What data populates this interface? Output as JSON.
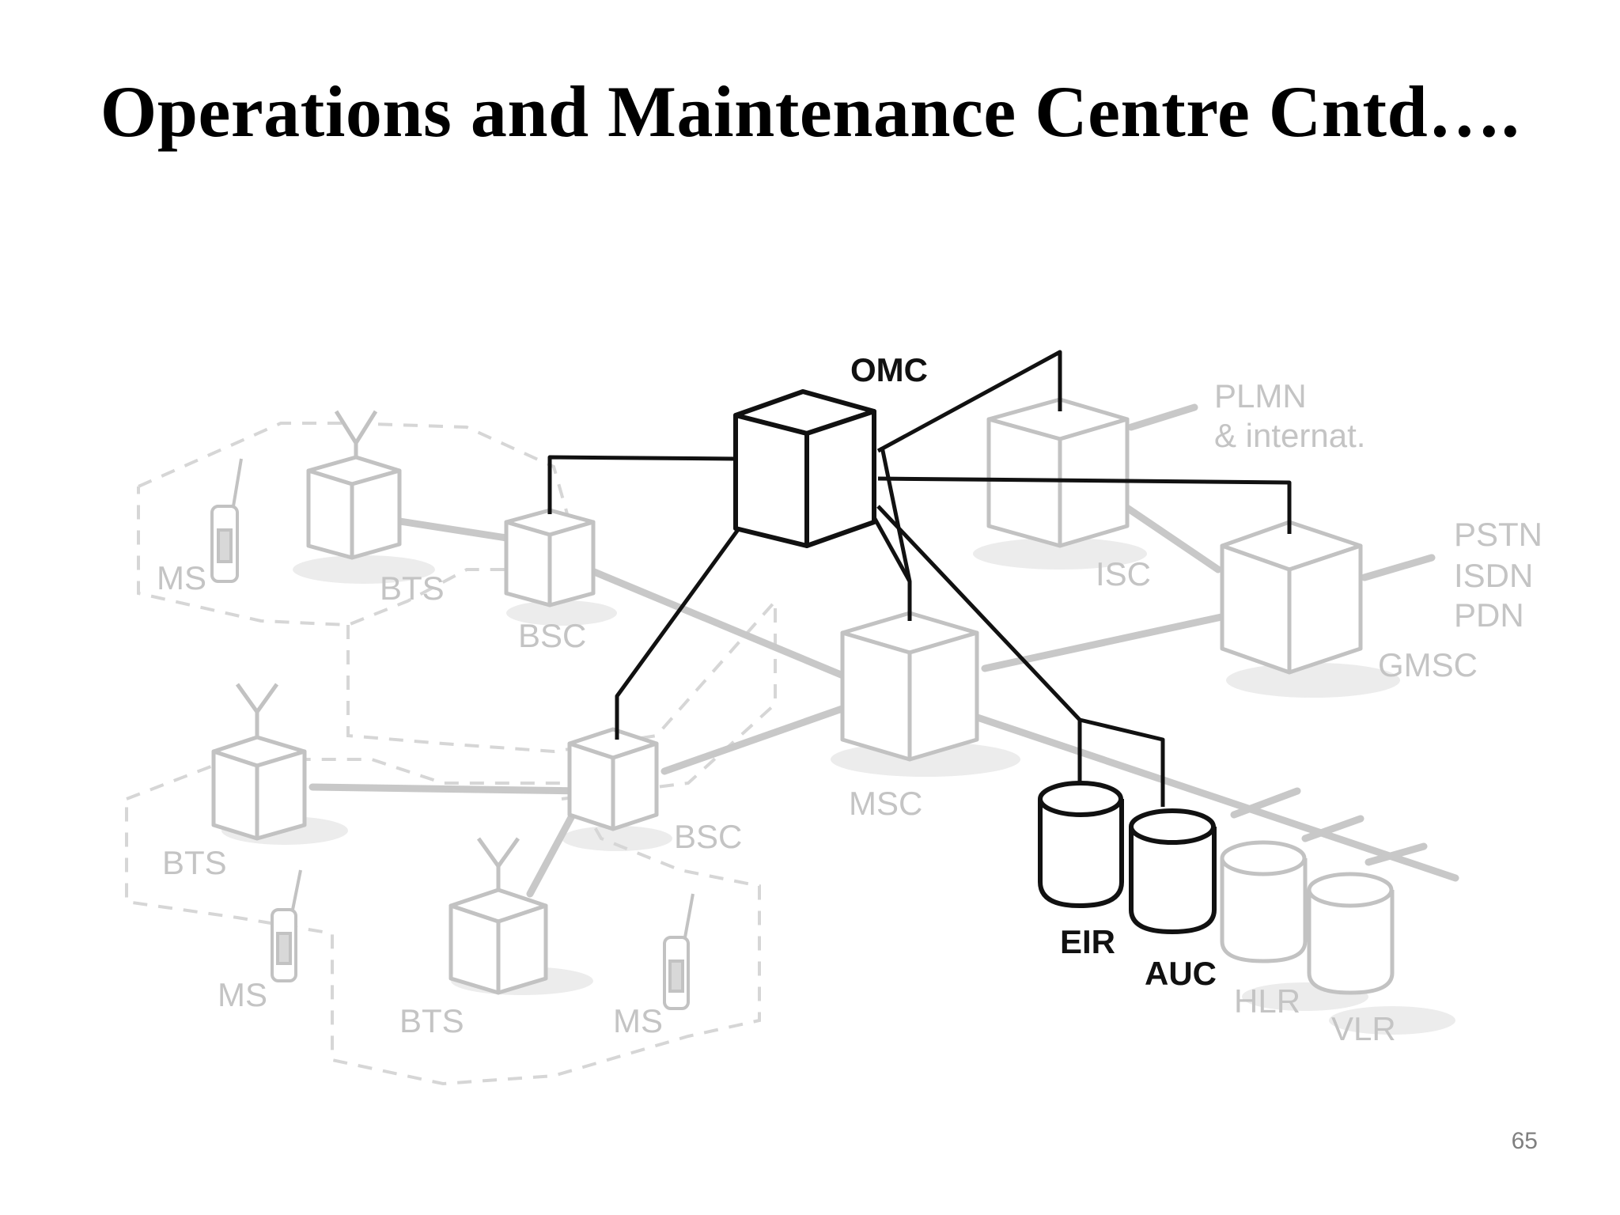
{
  "slide": {
    "title": "Operations and Maintenance Centre Cntd….",
    "page_number": "65"
  },
  "diagram": {
    "labels": {
      "omc": "OMC",
      "plmn_line1": "PLMN",
      "plmn_line2": "& internat.",
      "pstn": "PSTN",
      "isdn": "ISDN",
      "pdn": "PDN",
      "isc": "ISC",
      "gmsc": "GMSC",
      "msc": "MSC",
      "bsc_upper": "BSC",
      "bsc_lower": "BSC",
      "bts_upper": "BTS",
      "bts_left": "BTS",
      "bts_lower": "BTS",
      "ms_upper": "MS",
      "ms_lower_left": "MS",
      "ms_lower_right": "MS",
      "eir": "EIR",
      "auc": "AUC",
      "hlr": "HLR",
      "vlr": "VLR"
    },
    "colors": {
      "highlight": "#111111",
      "faded": "#c4c4c4",
      "shadow": "#ececec"
    }
  }
}
